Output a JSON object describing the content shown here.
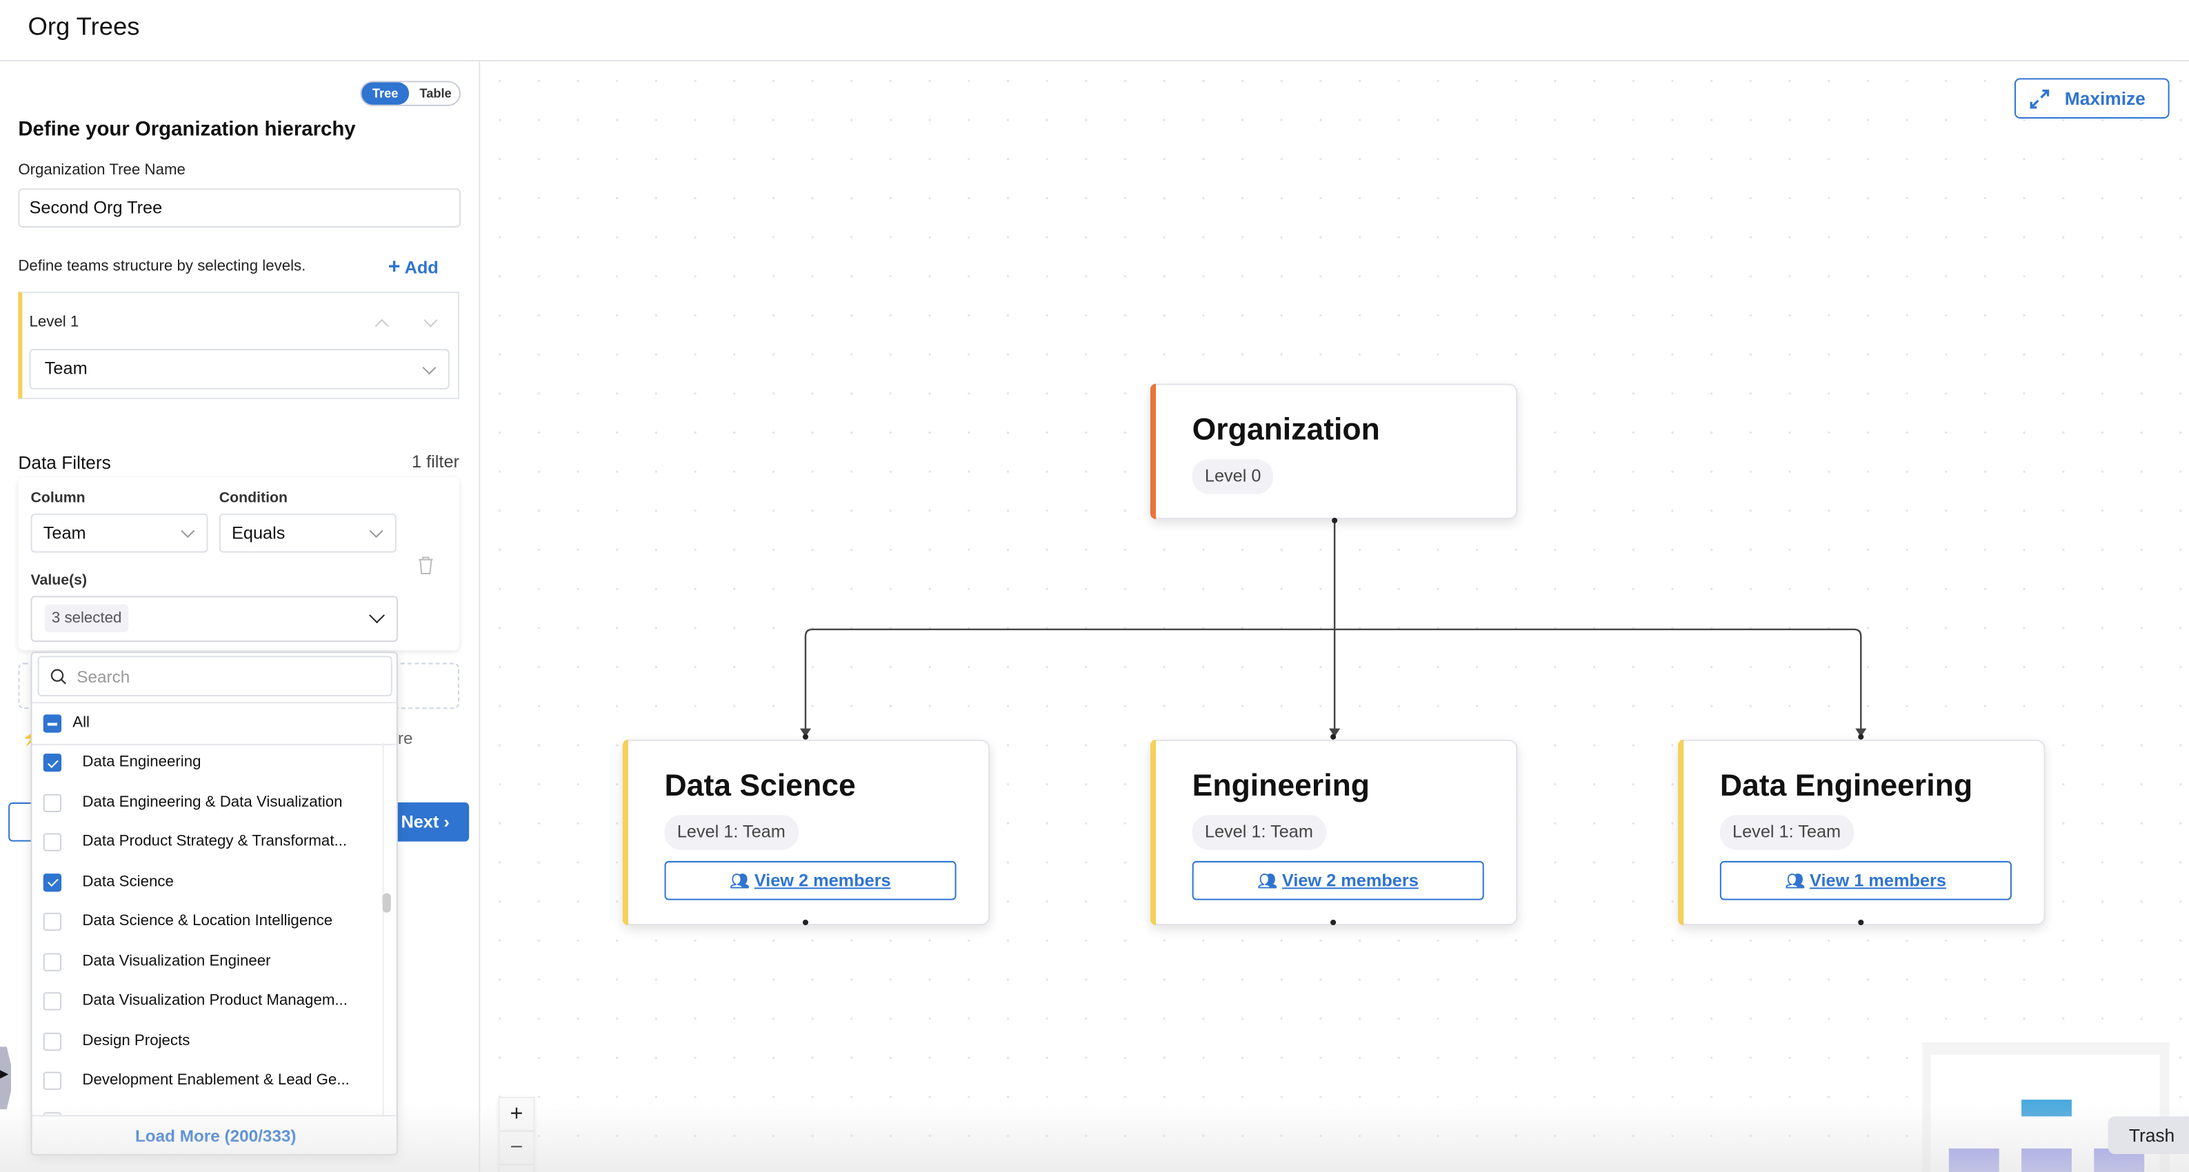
{
  "header": {
    "title": "Org Trees"
  },
  "panel": {
    "view_toggle": {
      "options": [
        "Tree",
        "Table"
      ],
      "selected": "Tree"
    },
    "heading": "Define your Organization hierarchy",
    "tree_name_label": "Organization Tree Name",
    "tree_name_value": "Second Org Tree",
    "levels_hint": "Define teams structure by selecting levels.",
    "add_label": "Add",
    "levels": [
      {
        "label": "Level 1",
        "value": "Team"
      }
    ],
    "filters_title": "Data Filters",
    "filters_count": "1 filter",
    "filter": {
      "column_label": "Column",
      "column_value": "Team",
      "condition_label": "Condition",
      "condition_value": "Equals",
      "values_label": "Value(s)",
      "values_chip": "3 selected"
    },
    "partial_hint": "re",
    "next_label": "Next"
  },
  "dropdown": {
    "search_placeholder": "Search",
    "all_label": "All",
    "items": [
      {
        "label": "Data Engineering",
        "checked": true
      },
      {
        "label": "Data Engineering & Data Visualization",
        "checked": false
      },
      {
        "label": "Data Product Strategy & Transformat...",
        "checked": false
      },
      {
        "label": "Data Science",
        "checked": true
      },
      {
        "label": "Data Science & Location Intelligence",
        "checked": false
      },
      {
        "label": "Data Visualization Engineer",
        "checked": false
      },
      {
        "label": "Data Visualization Product Managem...",
        "checked": false
      },
      {
        "label": "Design Projects",
        "checked": false
      },
      {
        "label": "Development Enablement & Lead Ge...",
        "checked": false
      }
    ],
    "load_more": "Load More (200/333)"
  },
  "canvas": {
    "maximize_label": "Maximize",
    "root": {
      "title": "Organization",
      "level": "Level 0",
      "accent": "#e8743b"
    },
    "children": [
      {
        "title": "Data Science",
        "level": "Level 1: Team",
        "members": "View 2 members",
        "accent": "#f5d05a"
      },
      {
        "title": "Engineering",
        "level": "Level 1: Team",
        "members": "View 2 members",
        "accent": "#f5d05a"
      },
      {
        "title": "Data Engineering",
        "level": "Level 1: Team",
        "members": "View 1 members",
        "accent": "#f5d05a"
      }
    ],
    "zoom_in": "+",
    "zoom_out": "−",
    "tooltip": "Trash"
  },
  "colors": {
    "primary": "#2f74d0",
    "minimap_root": "#4ba9dd",
    "minimap_child": "#9495e8"
  }
}
